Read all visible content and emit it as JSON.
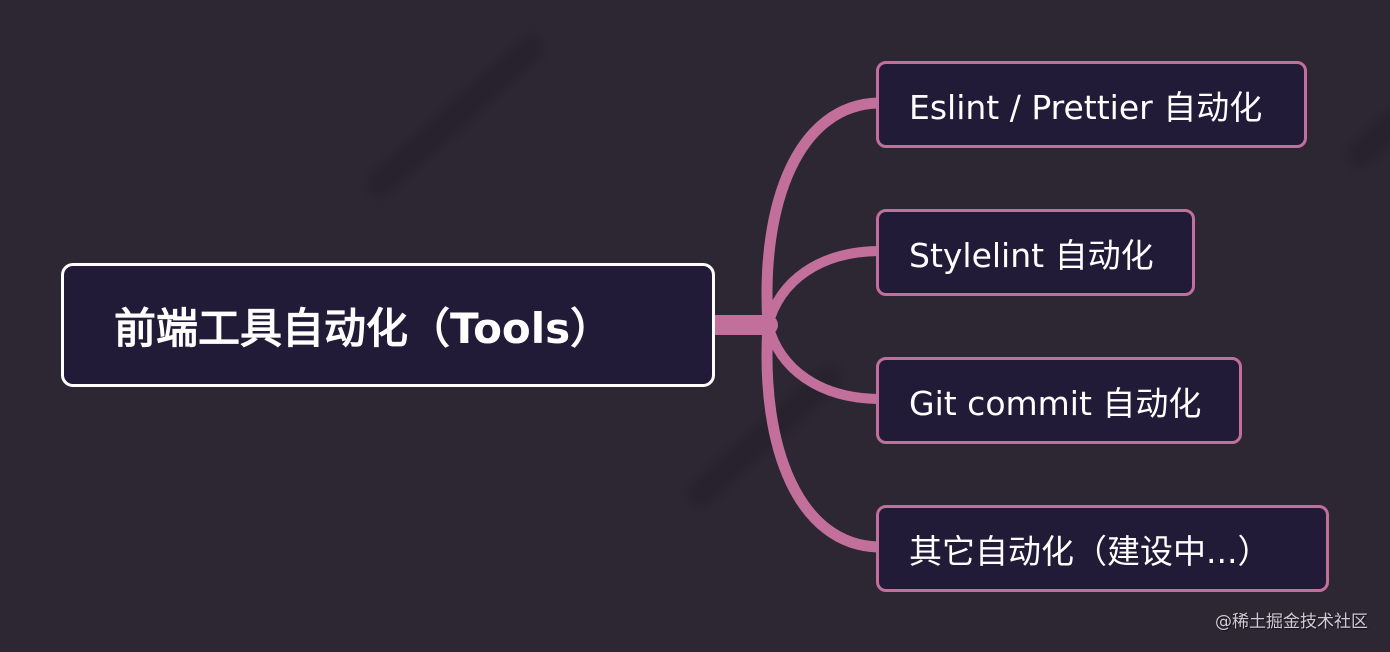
{
  "diagram": {
    "type": "mindmap",
    "root": {
      "label": "前端工具自动化（Tools）"
    },
    "children": [
      {
        "label": "Eslint / Prettier 自动化"
      },
      {
        "label": "Stylelint 自动化"
      },
      {
        "label": "Git commit 自动化"
      },
      {
        "label": "其它自动化（建设中...）"
      }
    ]
  },
  "watermark": "@稀土掘金技术社区",
  "colors": {
    "background": "#2d2733",
    "node_fill": "#221b38",
    "root_border": "#ffffff",
    "branch": "#c2709b",
    "text": "#ffffff"
  }
}
